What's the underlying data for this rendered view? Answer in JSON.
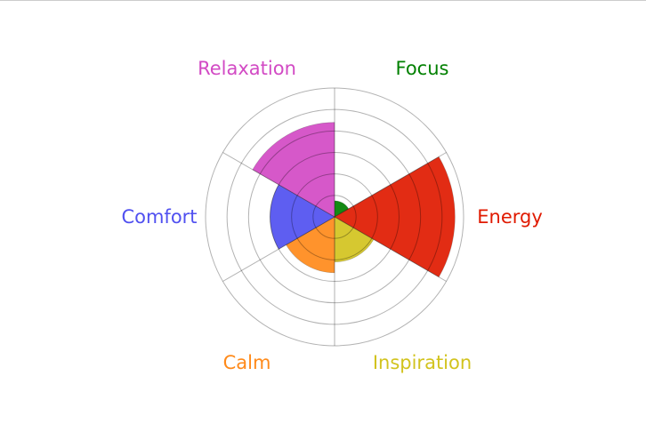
{
  "chart_data": {
    "type": "barpolar",
    "title": "",
    "categories": [
      "Focus",
      "Energy",
      "Inspiration",
      "Calm",
      "Comfort",
      "Relaxation"
    ],
    "values": [
      0.75,
      5.6,
      2.1,
      2.6,
      3.0,
      4.4
    ],
    "colors": [
      "#008000",
      "#e01a00",
      "#d2c31e",
      "#ff8a1a",
      "#5050f0",
      "#d24ac4"
    ],
    "radial_range": [
      0,
      6
    ],
    "radial_ticks": [
      1,
      2,
      3,
      4,
      5,
      6
    ],
    "angular_direction": "clockwise",
    "rotation": "north",
    "grid": true,
    "legend": "none"
  }
}
